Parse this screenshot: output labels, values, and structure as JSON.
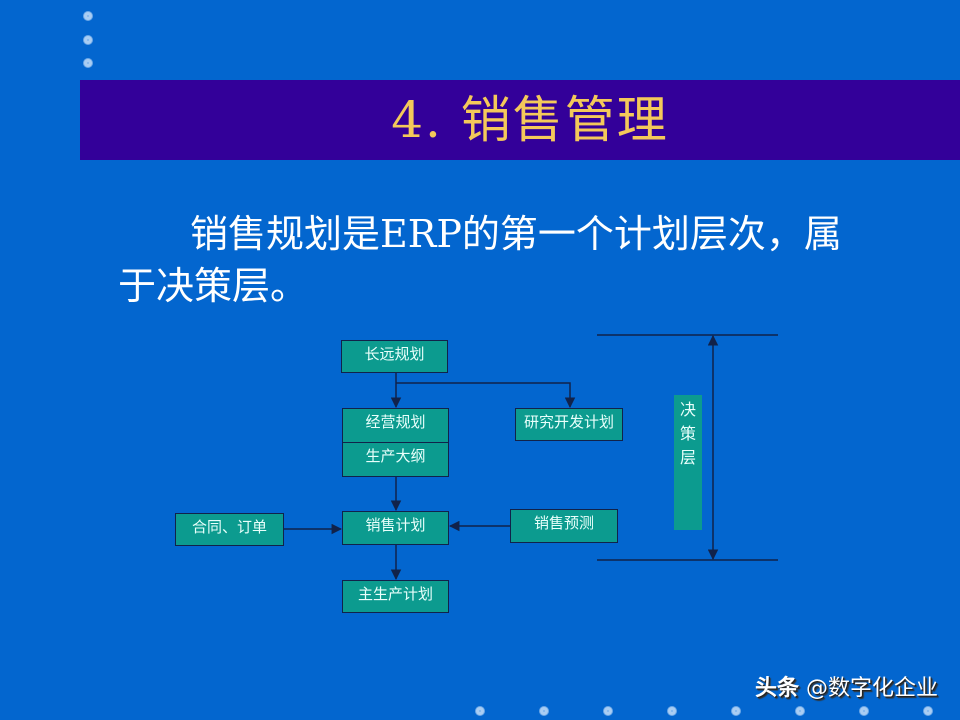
{
  "slide": {
    "title": "4. 销售管理",
    "body": "销售规划是ERP的第一个计划层次，属于决策层。",
    "colors": {
      "background": "#0366cf",
      "title_bar": "#330099",
      "title_text": "#f4c95a",
      "box_fill": "#0c9b8f",
      "connector": "#11224a"
    }
  },
  "diagram": {
    "nodes": {
      "long_term": "长远规划",
      "business_plan": "经营规划",
      "production_outline": "生产大纲",
      "rnd_plan": "研究开发计划",
      "sales_plan": "销售计划",
      "contracts_orders": "合同、订单",
      "sales_forecast": "销售预测",
      "master_production": "主生产计划"
    },
    "layer_label": "决\n策\n层",
    "layer_chars": [
      "决",
      "策",
      "层"
    ],
    "edges": [
      {
        "from": "长远规划",
        "to": "经营规划"
      },
      {
        "from": "长远规划",
        "to": "研究开发计划"
      },
      {
        "from": "生产大纲",
        "to": "销售计划"
      },
      {
        "from": "合同、订单",
        "to": "销售计划"
      },
      {
        "from": "销售预测",
        "to": "销售计划"
      },
      {
        "from": "销售计划",
        "to": "主生产计划"
      }
    ]
  },
  "watermark": {
    "brand": "头条",
    "handle": "@数字化企业"
  }
}
